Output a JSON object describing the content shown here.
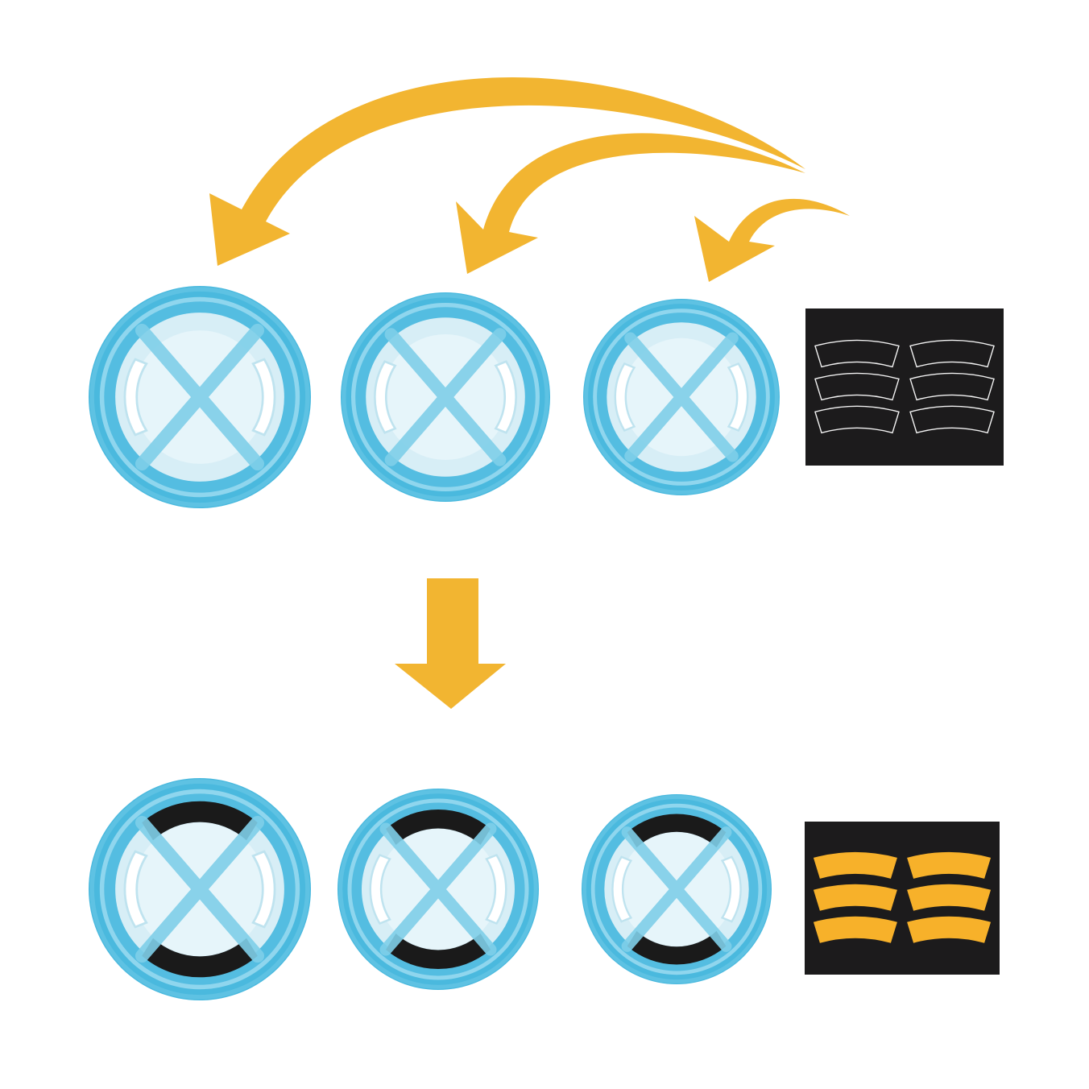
{
  "colors": {
    "background": "#ffffff",
    "arrow": "#f2b531",
    "cap_ring": "#4ab9de",
    "cap_inner": "#d7eef6",
    "cap_rib": "#7fcfe9",
    "slot": "#ffffff",
    "sticker_sheet": "#1c1b1c",
    "sticker_outline": "#f2f2f2",
    "sticker_fill": "#f7b12a",
    "applied_sticker": "#1a1a1a"
  },
  "steps": [
    {
      "stage": "before",
      "caps": [
        "cap-large",
        "cap-medium",
        "cap-small"
      ],
      "sticker_sheet": "outlined"
    },
    {
      "stage": "after",
      "caps": [
        "cap-large",
        "cap-medium",
        "cap-small"
      ],
      "sticker_sheet": "filled"
    }
  ],
  "icons": [
    "curved-arrow-icon",
    "down-arrow-icon",
    "thumbstick-cap-icon",
    "sticker-sheet-icon"
  ]
}
